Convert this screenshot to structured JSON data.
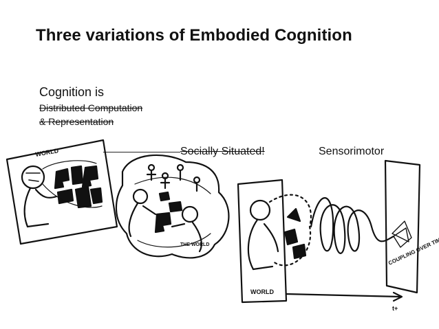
{
  "slide": {
    "title": "Three variations of Embodied Cognition",
    "lead": "Cognition is",
    "struck_line_1": "Distributed Computation",
    "struck_line_2": "& Representation",
    "label_social": "Socially Situated!",
    "label_sensorimotor": "Sensorimotor"
  },
  "sketch_text": {
    "world_1": "WORLD",
    "world_2": "THE WORLD",
    "world_3": "WORLD",
    "coupling": "COUPLING OVER TIME",
    "time": "t+"
  }
}
